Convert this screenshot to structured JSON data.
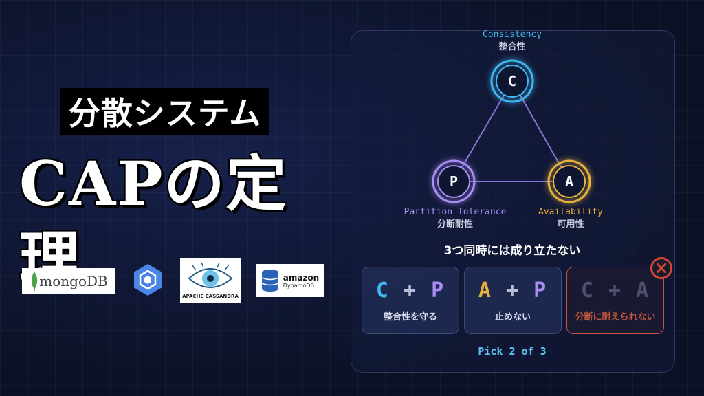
{
  "left": {
    "subtitle": "分散システム",
    "title": "CAPの定理",
    "logos": {
      "mongodb": "mongoDB",
      "cassandra": "APACHE CASSANDRA",
      "dynamo_line1": "amazon",
      "dynamo_line2": "DynamoDB"
    }
  },
  "diagram": {
    "nodes": [
      {
        "letter": "C",
        "en": "Consistency",
        "jp": "整合性",
        "color": "#3fb7f0"
      },
      {
        "letter": "P",
        "en": "Partition Tolerance",
        "jp": "分断耐性",
        "color": "#a98cf4"
      },
      {
        "letter": "A",
        "en": "Availability",
        "jp": "可用性",
        "color": "#e8b23a"
      }
    ],
    "edge_color": "#8a74d8"
  },
  "statement": "3つ同時には成り立たない",
  "cards": [
    {
      "left": "C",
      "op": "+",
      "right": "P",
      "desc": "整合性を守る",
      "left_color": "#3fb7f0",
      "right_color": "#a98cf4",
      "crossed": false
    },
    {
      "left": "A",
      "op": "+",
      "right": "P",
      "desc": "止めない",
      "left_color": "#e8b23a",
      "right_color": "#a98cf4",
      "crossed": false
    },
    {
      "left": "C",
      "op": "+",
      "right": "A",
      "desc": "分断に耐えられない",
      "crossed": true
    }
  ],
  "footer": "Pick 2 of 3"
}
